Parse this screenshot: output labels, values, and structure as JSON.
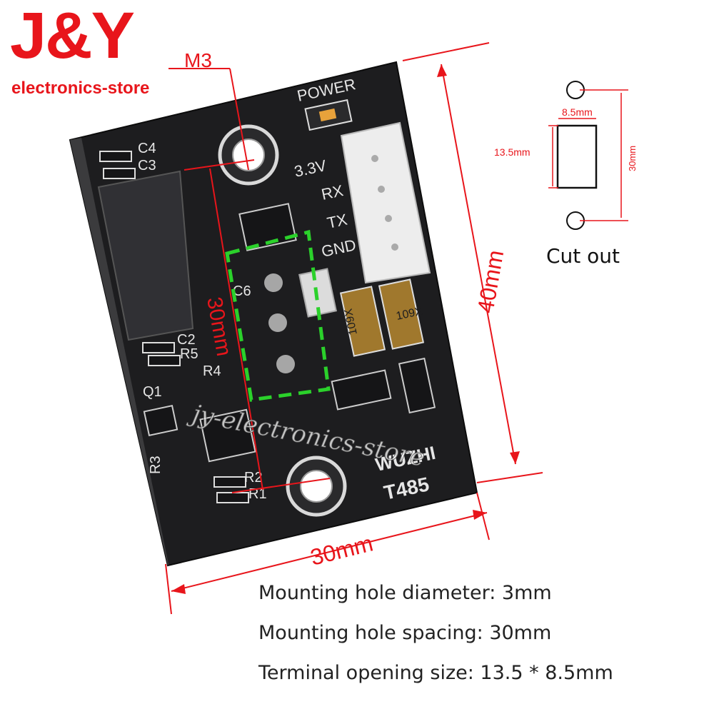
{
  "brand": {
    "name": "J&Y",
    "subtitle": "electronics-store"
  },
  "watermark": "jy-electronics-store",
  "board": {
    "silkscreen": [
      "POWER",
      "3.3V",
      "RX",
      "TX",
      "GND",
      "C4",
      "C3",
      "C2",
      "R5",
      "R4",
      "Q1",
      "R3",
      "R2",
      "R1",
      "C6",
      "WUZHI",
      "T485",
      "109X",
      "109X"
    ]
  },
  "dimensions": {
    "hole_label": "M3",
    "spacing_vertical": "30mm",
    "height": "40mm",
    "width": "30mm"
  },
  "cutout": {
    "width": "8.5mm",
    "height": "13.5mm",
    "spacing": "30mm",
    "title": "Cut out"
  },
  "specs": [
    "Mounting hole diameter: 3mm",
    "Mounting hole spacing: 30mm",
    "Terminal opening size: 13.5 * 8.5mm"
  ],
  "colors": {
    "brand_red": "#e8151b",
    "dimension_red": "#e8151b",
    "highlight_green": "#2bd12b",
    "pcb_black": "#1d1d1f"
  }
}
